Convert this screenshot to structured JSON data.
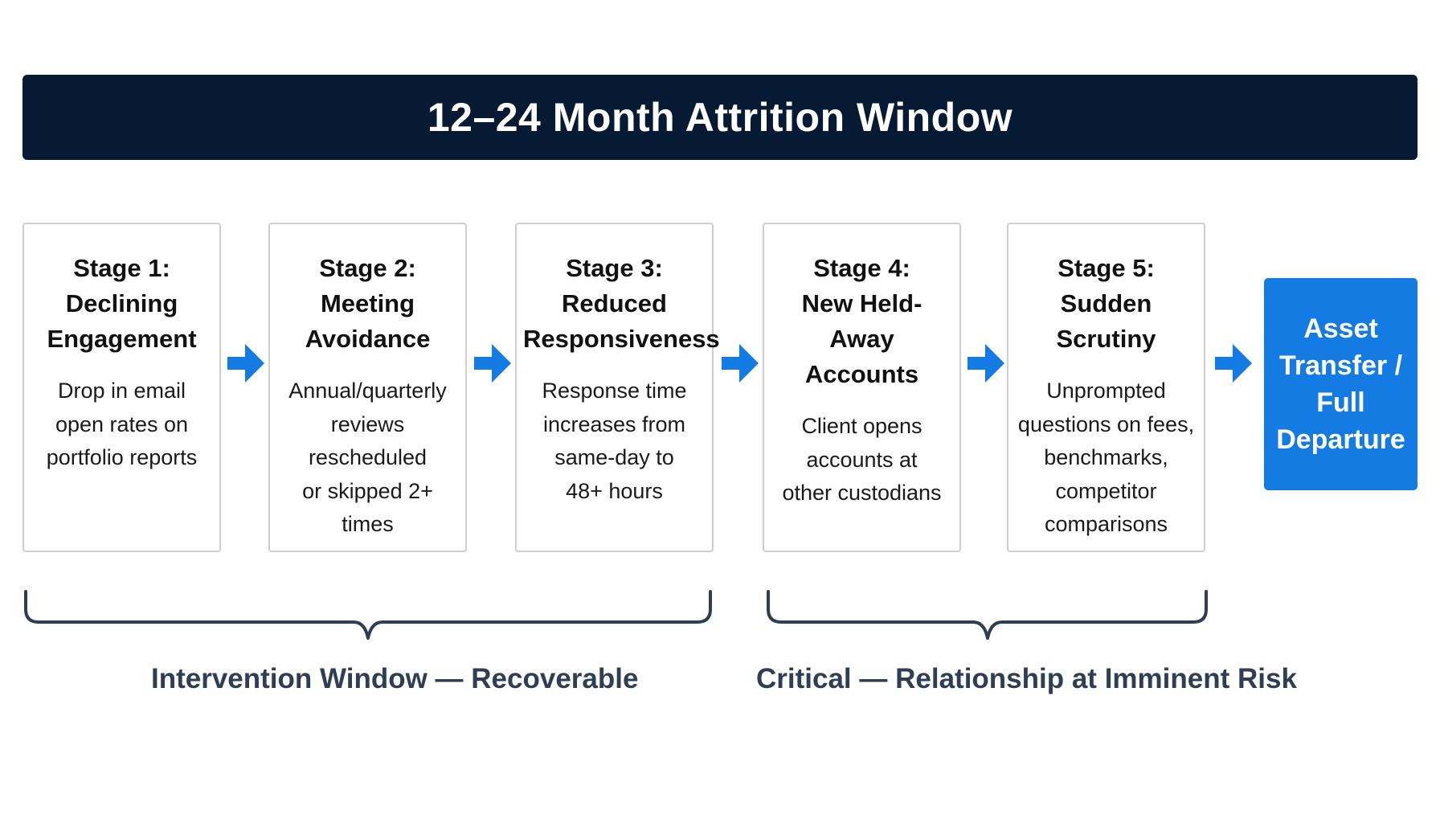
{
  "header": {
    "title": "12–24 Month Attrition Window"
  },
  "stages": [
    {
      "title": "Stage 1:\nDeclining\nEngagement",
      "description": "Drop in email\nopen rates on\nportfolio reports"
    },
    {
      "title": "Stage 2:\nMeeting\nAvoidance",
      "description": "Annual/quarterly\nreviews rescheduled\nor skipped 2+\ntimes"
    },
    {
      "title": "Stage 3:\nReduced\nResponsiveness",
      "description": "Response time\nincreases from\nsame-day to\n48+ hours"
    },
    {
      "title": "Stage 4:\nNew Held-Away\nAccounts",
      "description": "Client opens\naccounts at\nother custodians"
    },
    {
      "title": "Stage 5:\nSudden\nScrutiny",
      "description": "Unprompted\nquestions on fees,\nbenchmarks,\ncompetitor\ncomparisons"
    }
  ],
  "outcome": {
    "label": "Asset\nTransfer /\nFull\nDeparture"
  },
  "groups": [
    {
      "label": "Intervention Window — Recoverable"
    },
    {
      "label": "Critical — Relationship at Imminent Risk"
    }
  ],
  "colors": {
    "banner": "#061a33",
    "arrow": "#137be1",
    "outcome": "#137be1",
    "brace": "#2e3f55"
  },
  "icons": {
    "connector": "right-arrow-icon",
    "group_marker": "curly-brace-icon"
  }
}
